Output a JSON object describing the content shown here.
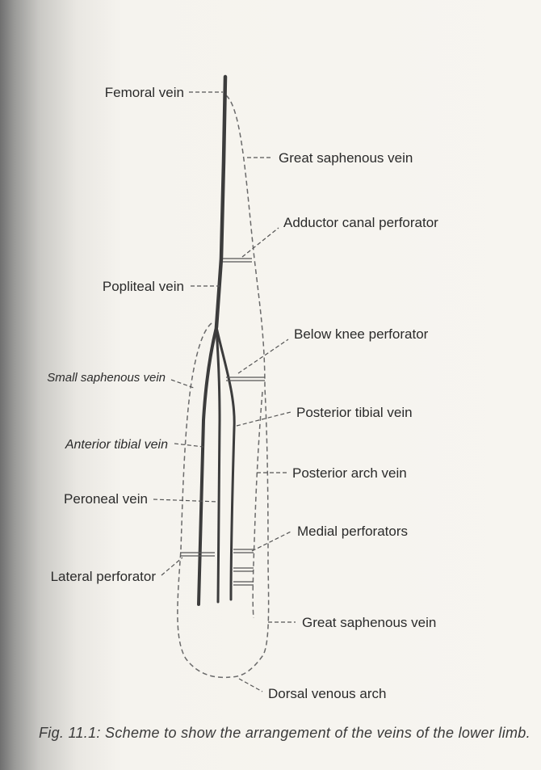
{
  "labels": {
    "femoral_vein": "Femoral vein",
    "great_saphenous_vein_top": "Great saphenous vein",
    "adductor_canal_perforator": "Adductor canal perforator",
    "popliteal_vein": "Popliteal vein",
    "below_knee_perforator": "Below knee perforator",
    "small_saphenous_vein": "Small saphenous vein",
    "posterior_tibial_vein": "Posterior tibial vein",
    "anterior_tibial_vein": "Anterior tibial vein",
    "posterior_arch_vein": "Posterior arch vein",
    "peroneal_vein": "Peroneal vein",
    "medial_perforators": "Medial perforators",
    "lateral_perforator": "Lateral perforator",
    "great_saphenous_vein_bottom": "Great saphenous vein",
    "dorsal_venous_arch": "Dorsal venous arch"
  },
  "caption": {
    "fig_number": "Fig. 11.1:",
    "text": "Scheme to show the arrangement of the veins of the lower limb."
  }
}
